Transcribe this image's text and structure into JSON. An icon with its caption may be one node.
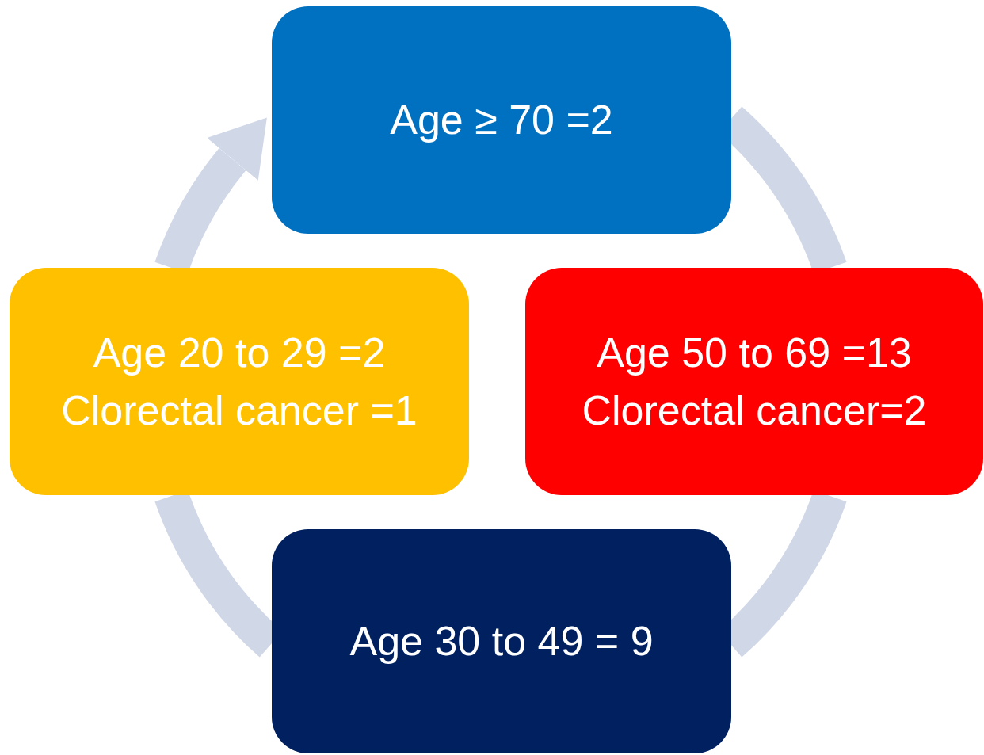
{
  "diagram": {
    "nodes": [
      {
        "text": [
          "Age ≥ 70 =2"
        ]
      },
      {
        "text": [
          "Age 50 to 69 =13",
          "Clorectal cancer=2"
        ]
      },
      {
        "text": [
          "Age 30 to 49 = 9"
        ]
      },
      {
        "text": [
          "Age 20 to 29 =2",
          "Clorectal cancer =1"
        ]
      }
    ],
    "edges": [
      {
        "from": 0,
        "to": 1,
        "arrow": "none"
      },
      {
        "from": 1,
        "to": 2,
        "arrow": "none"
      },
      {
        "from": 2,
        "to": 3,
        "arrow": "none"
      },
      {
        "from": 3,
        "to": 0,
        "arrow": "to"
      }
    ]
  }
}
